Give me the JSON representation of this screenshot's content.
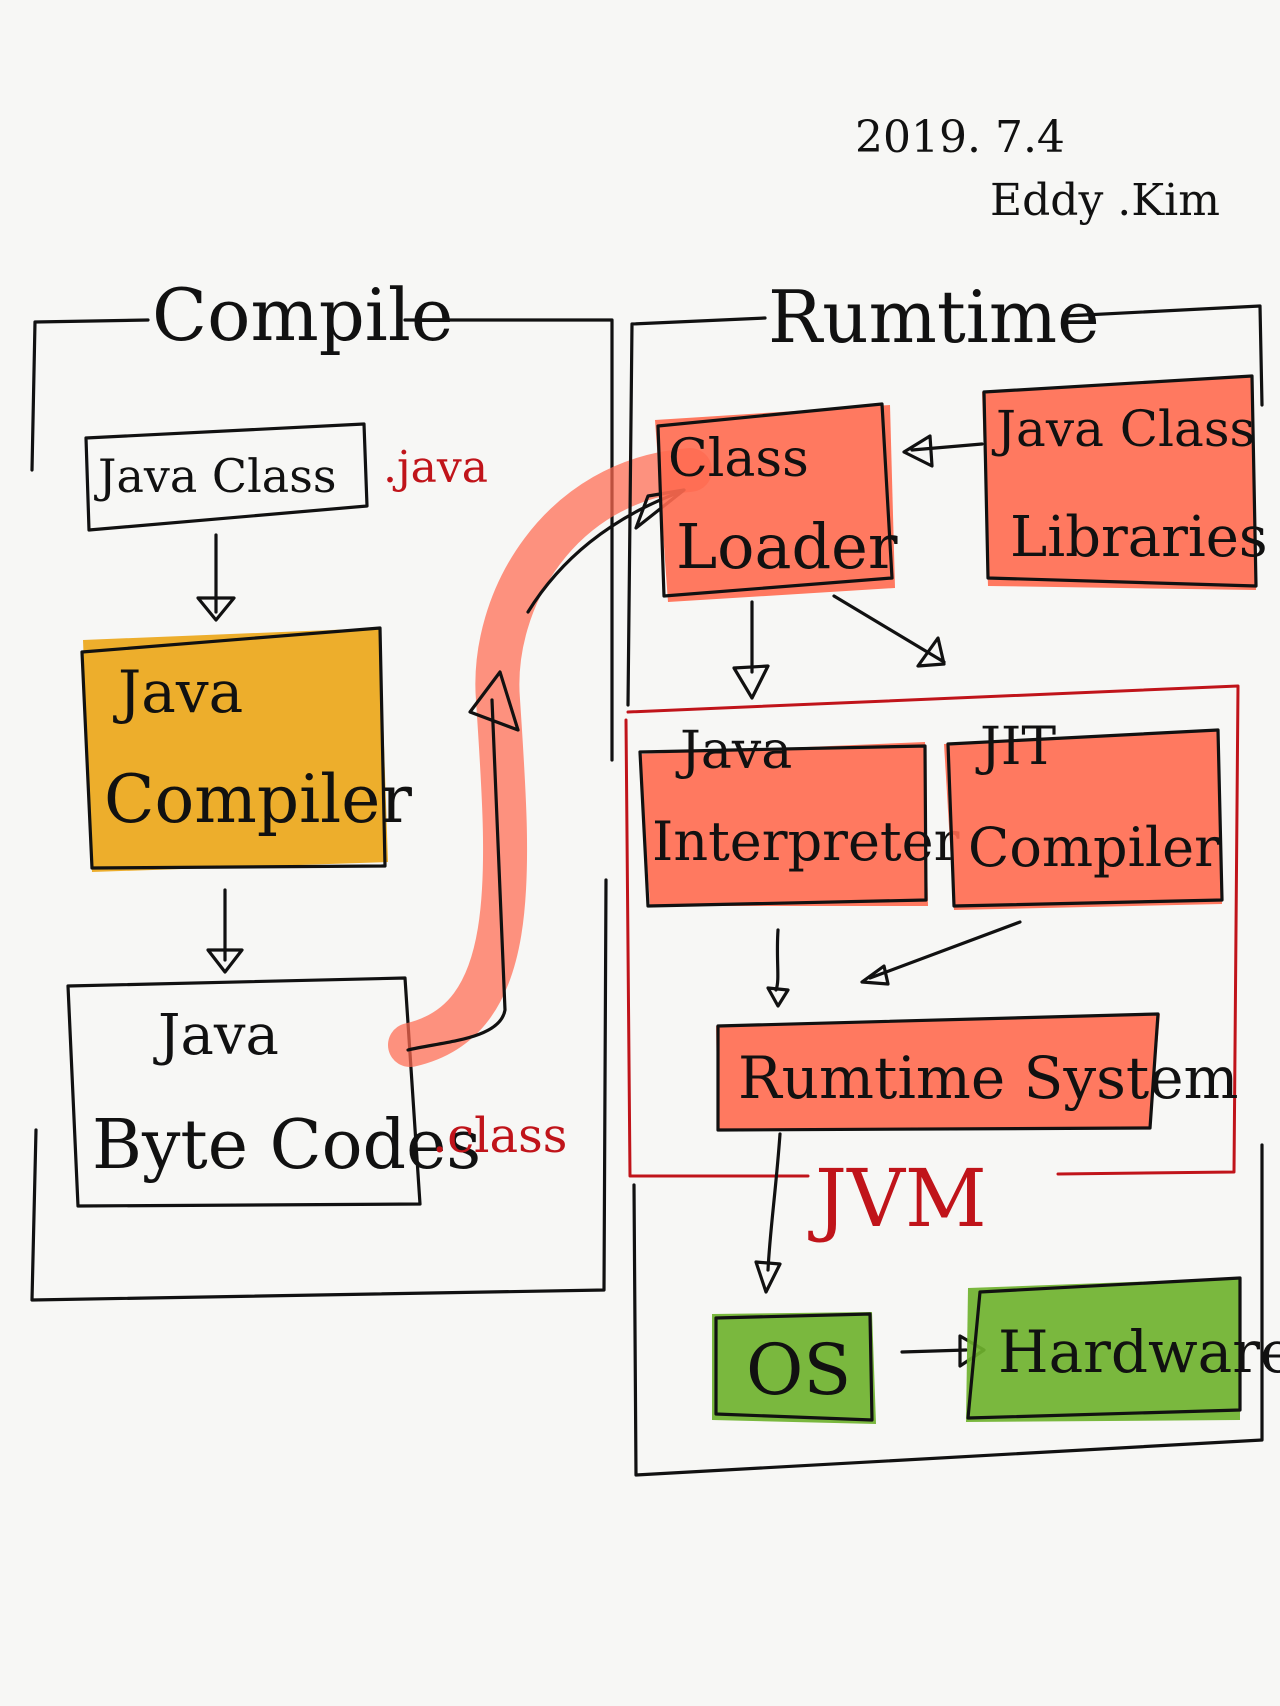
{
  "header": {
    "date": "2019. 7.4",
    "author": "Eddy .Kim"
  },
  "compile": {
    "title": "Compile",
    "java_class": "Java Class",
    "java_ext": ".java",
    "compiler_line1": "Java",
    "compiler_line2": "Compiler",
    "bytecode_line1": "Java",
    "bytecode_line2": "Byte Codes",
    "class_ext": ".class"
  },
  "runtime": {
    "title": "Rumtime",
    "loader_line1": "Class",
    "loader_line2": "Loader",
    "libs_line1": "Java Class",
    "libs_line2": "Libraries",
    "interpreter_line1": "Java",
    "interpreter_line2": "Interpreter",
    "jit_line1": "JIT",
    "jit_line2": "Compiler",
    "runtime_system": "Rumtime System",
    "jvm_label": "JVM",
    "os": "OS",
    "hardware": "Hardware"
  },
  "colors": {
    "orange_fill": "#eba71a",
    "red_fill": "#ff6a50",
    "green_fill": "#6fb22e",
    "red_ink": "#c0141a",
    "ink": "#111111"
  }
}
